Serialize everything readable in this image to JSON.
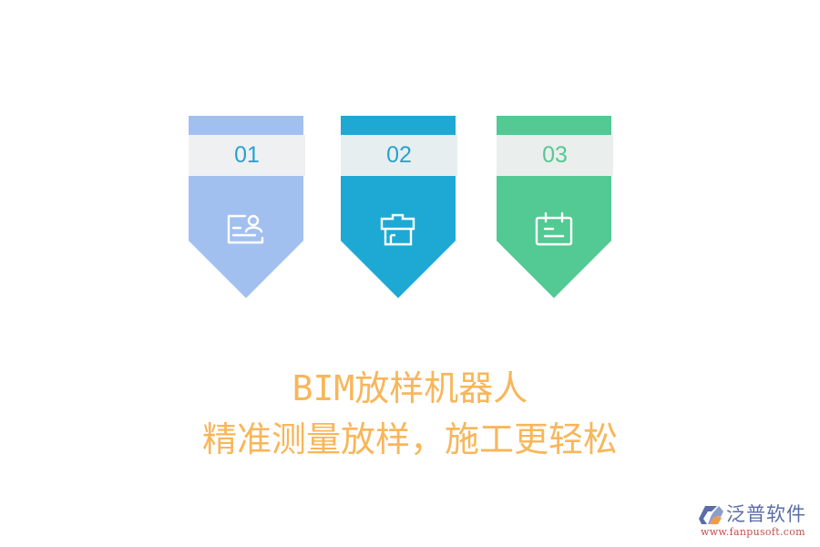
{
  "steps": [
    {
      "number": "01",
      "icon": "id-card-user-icon",
      "color": "#a2c0ef",
      "band_color": "#eef0f2",
      "number_color": "#27a3d0"
    },
    {
      "number": "02",
      "icon": "house-building-icon",
      "color": "#1ea9d4",
      "band_color": "#e7eef0",
      "number_color": "#27a3d0"
    },
    {
      "number": "03",
      "icon": "calendar-icon",
      "color": "#53c993",
      "band_color": "#eaeeed",
      "number_color": "#53c993"
    }
  ],
  "title": {
    "line1": "BIM放样机器人",
    "line2": "精准测量放样，施工更轻松",
    "color": "#f8b65a"
  },
  "logo": {
    "name": "泛普软件",
    "url": "www.fanpusoft.com"
  }
}
